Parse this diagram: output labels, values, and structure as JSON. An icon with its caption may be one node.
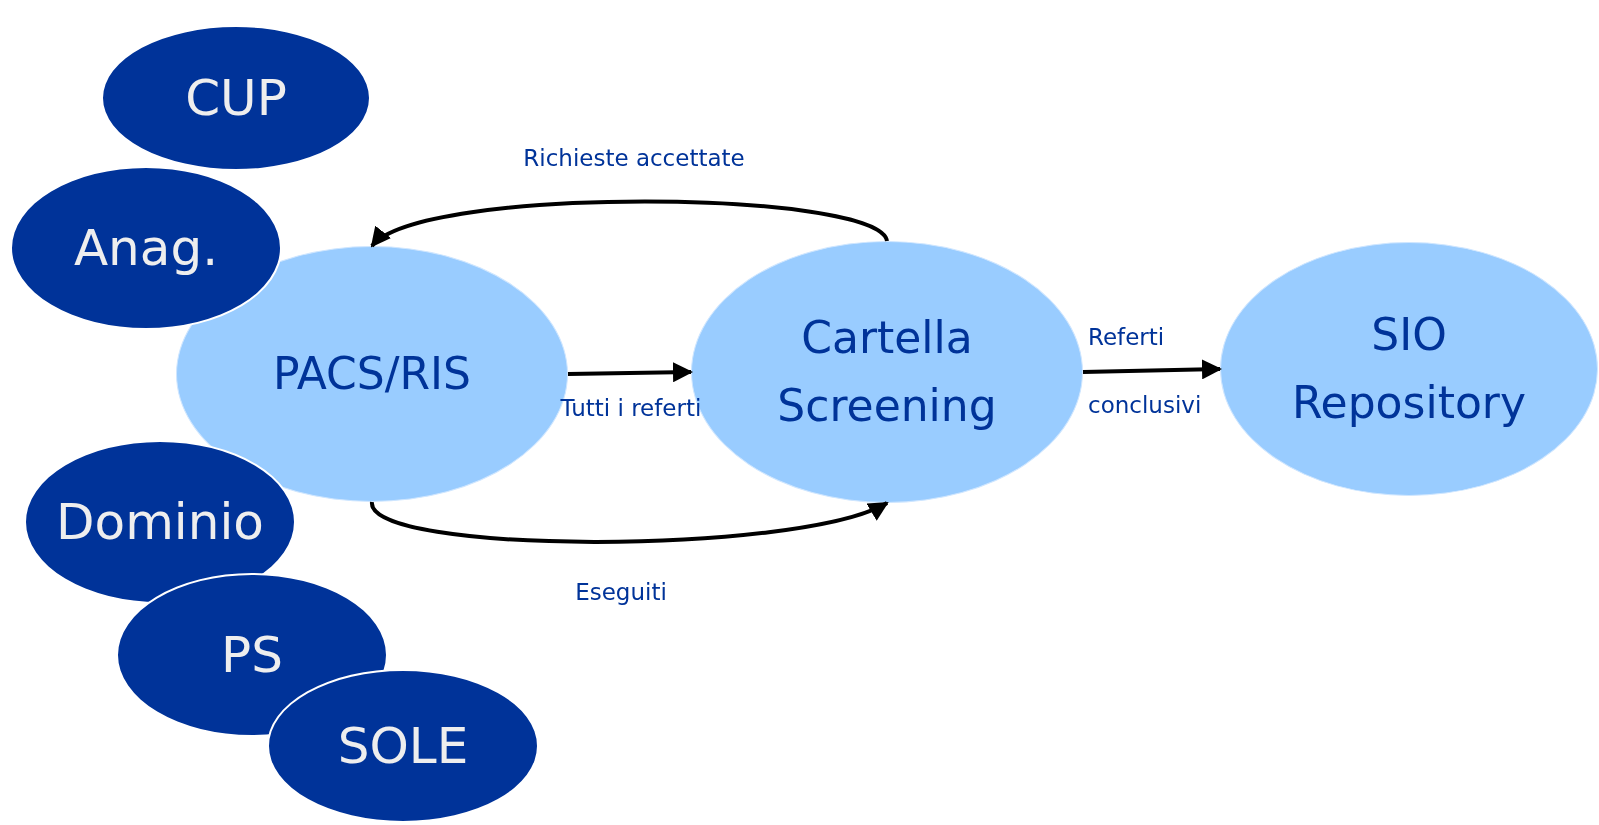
{
  "diagram": {
    "nodes": [
      {
        "text": [
          "CUP"
        ]
      },
      {
        "text": [
          "Anag."
        ]
      },
      {
        "text": [
          "PACS/RIS"
        ]
      },
      {
        "text": [
          "Cartella Screening"
        ]
      },
      {
        "text": [
          "SIO Repository"
        ]
      },
      {
        "text": [
          "Dominio"
        ]
      },
      {
        "text": [
          "PS"
        ]
      },
      {
        "text": [
          "SOLE"
        ]
      }
    ],
    "edges": [
      {
        "from": 3,
        "to": 2,
        "arrow": "to",
        "label": "Richieste accettate"
      },
      {
        "from": 2,
        "to": 3,
        "arrow": "to",
        "label": "Tutti i referti"
      },
      {
        "from": 2,
        "to": 3,
        "arrow": "to",
        "label": "Eseguiti"
      },
      {
        "from": 3,
        "to": 4,
        "arrow": "to",
        "label": "Referti conclusivi"
      }
    ]
  }
}
